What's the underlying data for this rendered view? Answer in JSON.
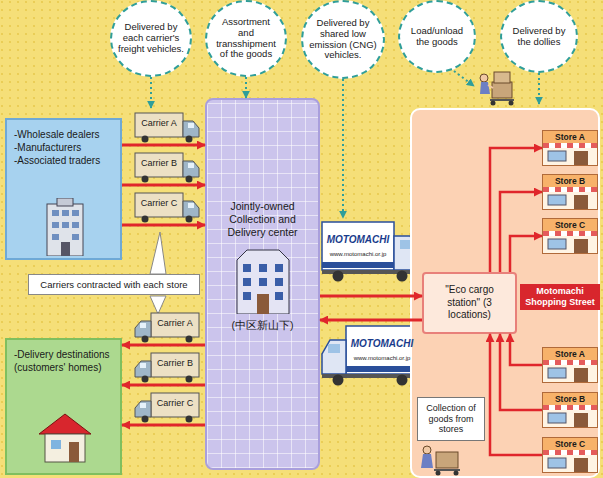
{
  "diagram": {
    "nodes": [
      {
        "text": [
          "Delivered by each carrier's freight vehicles."
        ]
      },
      {
        "text": [
          "Assortment and transshipment of the goods"
        ]
      },
      {
        "text": [
          "Delivered by shared low emission (CNG) vehicles."
        ]
      },
      {
        "text": [
          "Load/unload the goods"
        ]
      },
      {
        "text": [
          "Delivered by the dollies"
        ]
      },
      {
        "text": [
          "-Wholesale dealers",
          "-Manufacturers",
          "-Associated traders"
        ]
      },
      {
        "text": [
          "Jointly-owned Collection and Delivery center",
          "(中区新山下)"
        ]
      },
      {
        "text": [
          "Carriers contracted with each store"
        ]
      },
      {
        "text": [
          "-Delivery destinations (customers' homes)"
        ]
      },
      {
        "text": [
          "Motomachi Shopping Street"
        ]
      },
      {
        "text": [
          "\"Eco cargo station\" (3 locations)"
        ],
        "in": 9
      },
      {
        "text": [
          "Store A"
        ],
        "in": 9
      },
      {
        "text": [
          "Store B"
        ],
        "in": 9
      },
      {
        "text": [
          "Store C"
        ],
        "in": 9
      },
      {
        "text": [
          "Store A"
        ],
        "in": 9
      },
      {
        "text": [
          "Store B"
        ],
        "in": 9
      },
      {
        "text": [
          "Store C"
        ],
        "in": 9
      },
      {
        "text": [
          "Collection of goods from stores"
        ],
        "in": 9
      }
    ],
    "edges": [
      {
        "from": 5,
        "to": 6,
        "arrow": "to"
      },
      {
        "from": 5,
        "to": 6,
        "arrow": "to"
      },
      {
        "from": 5,
        "to": 6,
        "arrow": "to"
      },
      {
        "from": 6,
        "to": 8,
        "arrow": "to"
      },
      {
        "from": 6,
        "to": 8,
        "arrow": "to"
      },
      {
        "from": 6,
        "to": 8,
        "arrow": "to"
      },
      {
        "from": 6,
        "to": 10,
        "arrow": "to"
      },
      {
        "from": 10,
        "to": 6,
        "arrow": "to"
      },
      {
        "from": 10,
        "to": 11,
        "arrow": "to"
      },
      {
        "from": 10,
        "to": 12,
        "arrow": "to"
      },
      {
        "from": 10,
        "to": 13,
        "arrow": "to"
      },
      {
        "from": 14,
        "to": 10,
        "arrow": "to"
      },
      {
        "from": 15,
        "to": 10,
        "arrow": "to"
      },
      {
        "from": 16,
        "to": 10,
        "arrow": "to"
      },
      {
        "from": 1,
        "to": 6,
        "arrow": "to"
      }
    ],
    "labels": [
      "Carrier A",
      "Carrier B",
      "Carrier C",
      "Carrier A",
      "Carrier B",
      "Carrier C",
      "MOTOMACHI",
      "www.motomachi.or.jp",
      "MOTOMACHI",
      "www.motomachi.or.jp"
    ]
  }
}
